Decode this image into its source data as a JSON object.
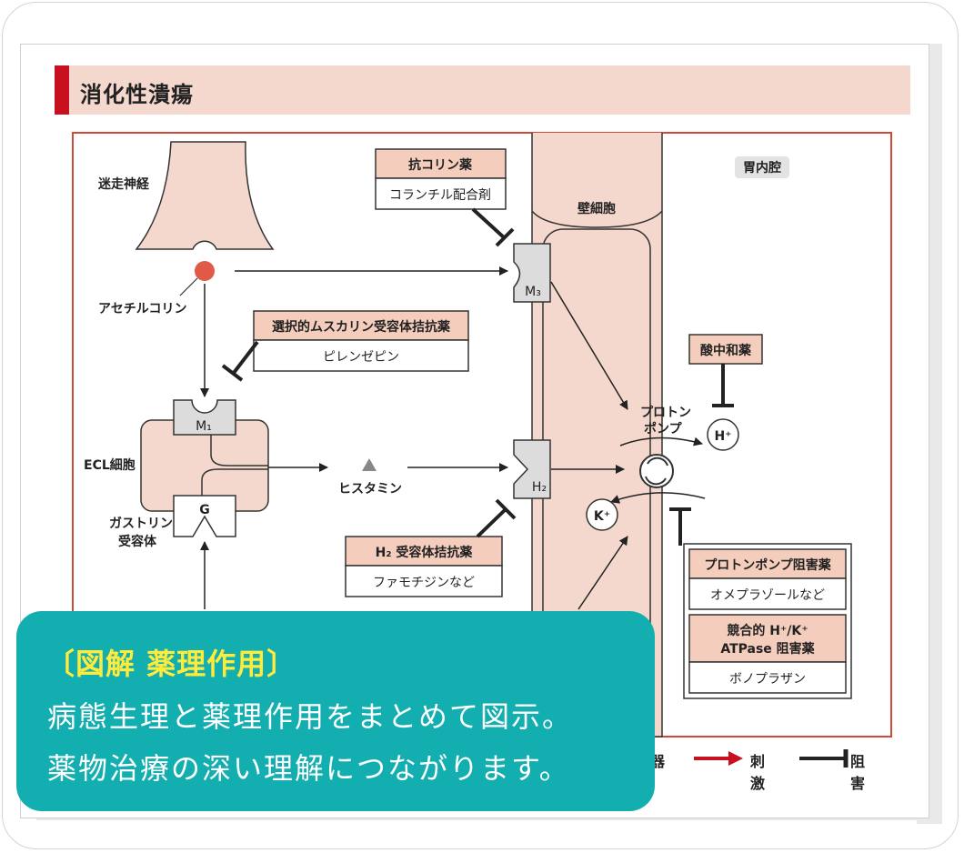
{
  "header": {
    "title": "消化性潰瘍"
  },
  "diagram": {
    "vagus_nerve": "迷走神経",
    "acetylcholine": "アセチルコリン",
    "ecl_cell": "ECL細胞",
    "gastrin_receptor": [
      "ガストリン",
      "受容体"
    ],
    "histamine": "ヒスタミン",
    "parietal_cell": "壁細胞",
    "stomach_lumen": "胃内腔",
    "proton_pump": [
      "プロトン",
      "ポンプ"
    ],
    "receptor_m3": "M₃",
    "receptor_m1": "M₁",
    "receptor_h2": "H₂",
    "receptor_g": "G",
    "h_ion": "H⁺",
    "k_ion": "K⁺",
    "anticholinergic": {
      "title": "抗コリン薬",
      "example": "コランチル配合剤"
    },
    "selective_muscarinic": {
      "title": "選択的ムスカリン受容体拮抗薬",
      "example": "ピレンゼピン"
    },
    "h2_blocker": {
      "title": "H₂ 受容体拮抗薬",
      "example": "ファモチジンなど"
    },
    "antacid": {
      "title": "酸中和薬"
    },
    "ppi": {
      "title": "プロトンポンプ阻害薬",
      "example": "オメプラゾールなど"
    },
    "pcab": {
      "title": [
        "競合的 H⁺/K⁺",
        "ATPase 阻害薬"
      ],
      "example": "ボノプラザン"
    }
  },
  "legend": {
    "partial_label": "器",
    "stimulus": "刺激",
    "inhibition": "阻害"
  },
  "callout": {
    "heading": "〔図解 薬理作用〕",
    "line1": "病態生理と薬理作用をまとめて図示。",
    "line2": "薬物治療の深い理解につながります。"
  },
  "colors": {
    "accent_red": "#c8101e",
    "salmon": "#f4d8cd",
    "teal": "#13aeb0",
    "yellow": "#ffeb3b"
  }
}
